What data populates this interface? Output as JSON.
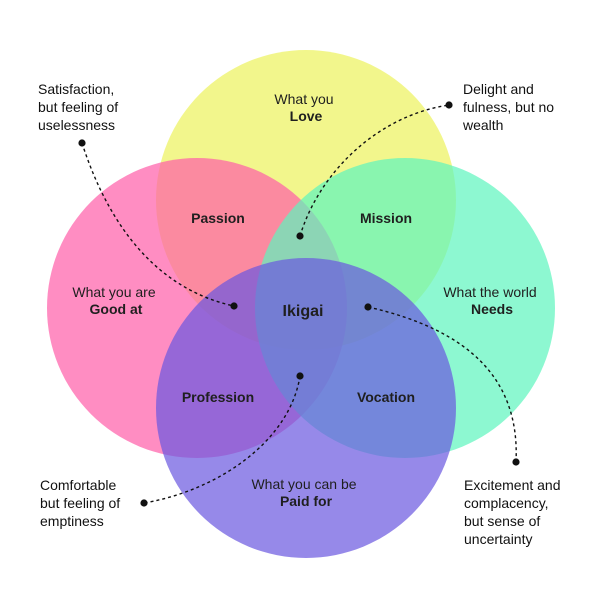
{
  "colors": {
    "love": "#ECF25B",
    "good_at": "#FF5CA8",
    "needs": "#5CF5BE",
    "paid_for": "#6A57E0",
    "text": "#1f1f1f",
    "annotation": "#111111"
  },
  "circles": {
    "love": {
      "line1": "What you",
      "line2": "Love"
    },
    "good_at": {
      "line1": "What you are",
      "line2": "Good at"
    },
    "needs": {
      "line1": "What the world",
      "line2": "Needs"
    },
    "paid_for": {
      "line1": "What you can be",
      "line2": "Paid for"
    }
  },
  "regions": {
    "passion": "Passion",
    "mission": "Mission",
    "profession": "Profession",
    "vocation": "Vocation",
    "center": "Ikigai"
  },
  "annotations": {
    "top_left": [
      "Satisfaction,",
      "but feeling of",
      "uselessness"
    ],
    "top_right": [
      "Delight and",
      "fulness, but no",
      "wealth"
    ],
    "bottom_left": [
      "Comfortable",
      "but feeling of",
      "emptiness"
    ],
    "bottom_right": [
      "Excitement and",
      "complacency,",
      "but sense of",
      "uncertainty"
    ]
  }
}
